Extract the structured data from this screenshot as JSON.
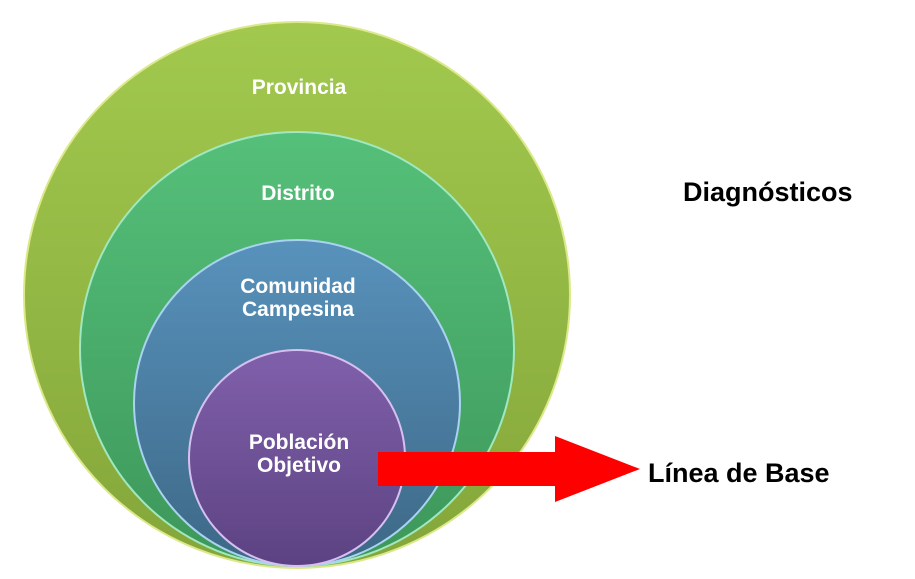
{
  "diagram": {
    "type": "nested-circles",
    "levels": [
      {
        "id": "provincia",
        "lines": [
          "Provincia"
        ],
        "color_top": "#9dc44a",
        "color_bottom": "#85a83a"
      },
      {
        "id": "distrito",
        "lines": [
          "Distrito"
        ],
        "color_top": "#52bd77",
        "color_bottom": "#3f9a5c"
      },
      {
        "id": "comunidad",
        "lines": [
          "Comunidad",
          "Campesina"
        ],
        "color_top": "#578fb8",
        "color_bottom": "#3f6b8c"
      },
      {
        "id": "poblacion",
        "lines": [
          "Población",
          "Objetivo"
        ],
        "color_top": "#7d5ca8",
        "color_bottom": "#5f4586"
      }
    ],
    "side_labels": {
      "top": "Diagnósticos",
      "bottom": "Línea de Base"
    },
    "arrow": {
      "from": "poblacion",
      "to": "Línea de Base",
      "color": "#ff0000"
    }
  }
}
